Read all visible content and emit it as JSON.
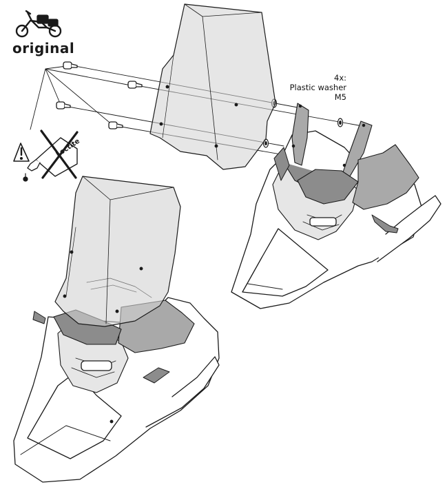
{
  "brand": {
    "logo_text": "original",
    "logo_icon": "motorcycle-luggage-icon"
  },
  "callout": {
    "count": "4x:",
    "part": "Plastic washer",
    "size": "M5"
  },
  "warning": {
    "icon": "warning-icon",
    "product": "Loctite",
    "crossed_out": true
  },
  "colors": {
    "stroke": "#1a1a1a",
    "glass": "#d2d2d2",
    "part_dark": "#8c8c8c",
    "part_mid": "#a9a9a9",
    "background": "#ffffff"
  }
}
